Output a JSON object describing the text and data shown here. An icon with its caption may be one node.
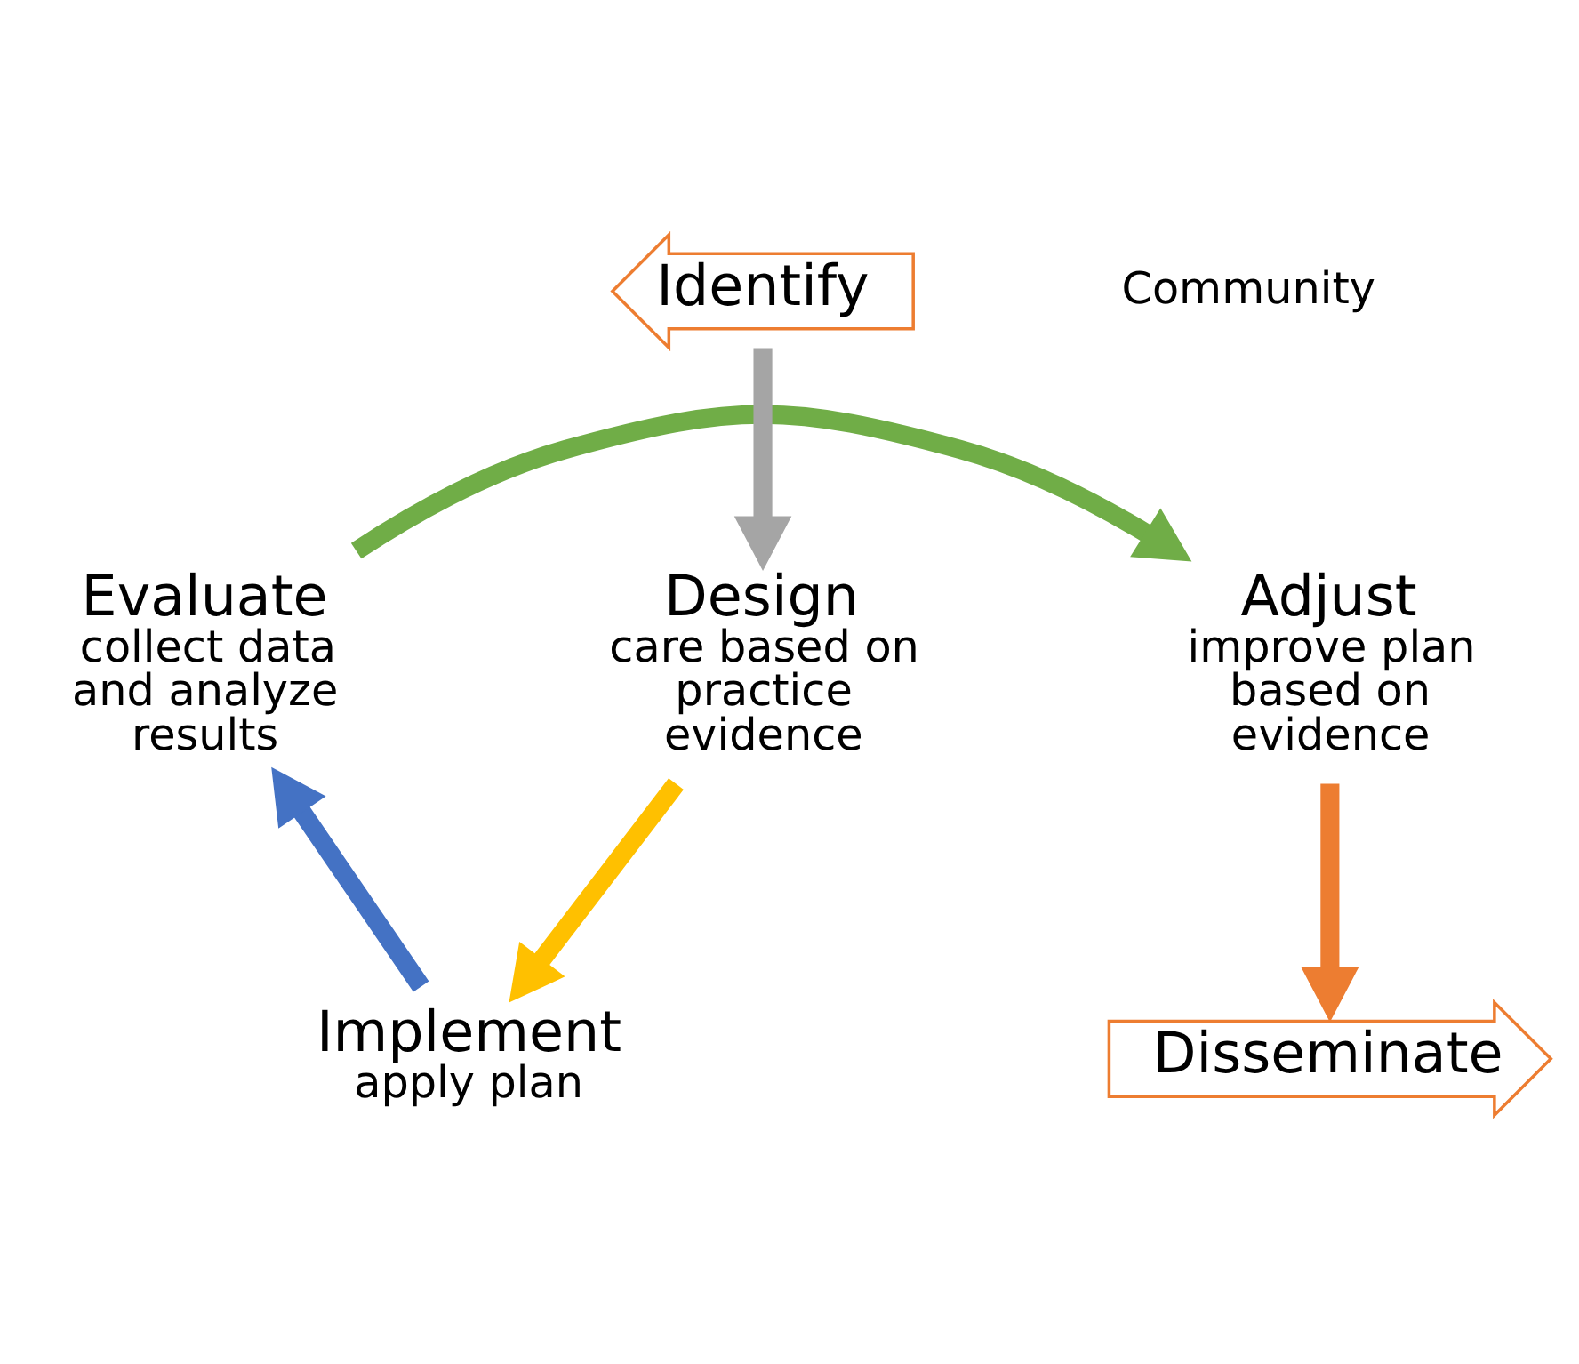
{
  "diagram": {
    "nodes": [
      {
        "text": [
          "Evaluate",
          "collect data and analyze results"
        ]
      },
      {
        "text": [
          "Adjust",
          "improve plan based on evidence"
        ]
      },
      {
        "text": [
          "Disseminate"
        ]
      },
      {
        "text": [
          "Identify"
        ]
      },
      {
        "text": [
          "Design",
          "care based on practice evidence"
        ]
      },
      {
        "text": [
          "Implement",
          "apply plan"
        ]
      }
    ],
    "edges": [
      {
        "from": 0,
        "to": 1,
        "arrow": "to",
        "color": "#70ad47"
      },
      {
        "from": 1,
        "to": 2,
        "arrow": "to",
        "color": "#ed7d31"
      },
      {
        "from": 3,
        "to": 4,
        "arrow": "to",
        "color": "#a5a5a5"
      },
      {
        "from": 4,
        "to": 5,
        "arrow": "to",
        "color": "#ffc000"
      },
      {
        "from": 5,
        "to": 0,
        "arrow": "to",
        "color": "#4472c4"
      }
    ],
    "labels": [
      "Community"
    ]
  }
}
